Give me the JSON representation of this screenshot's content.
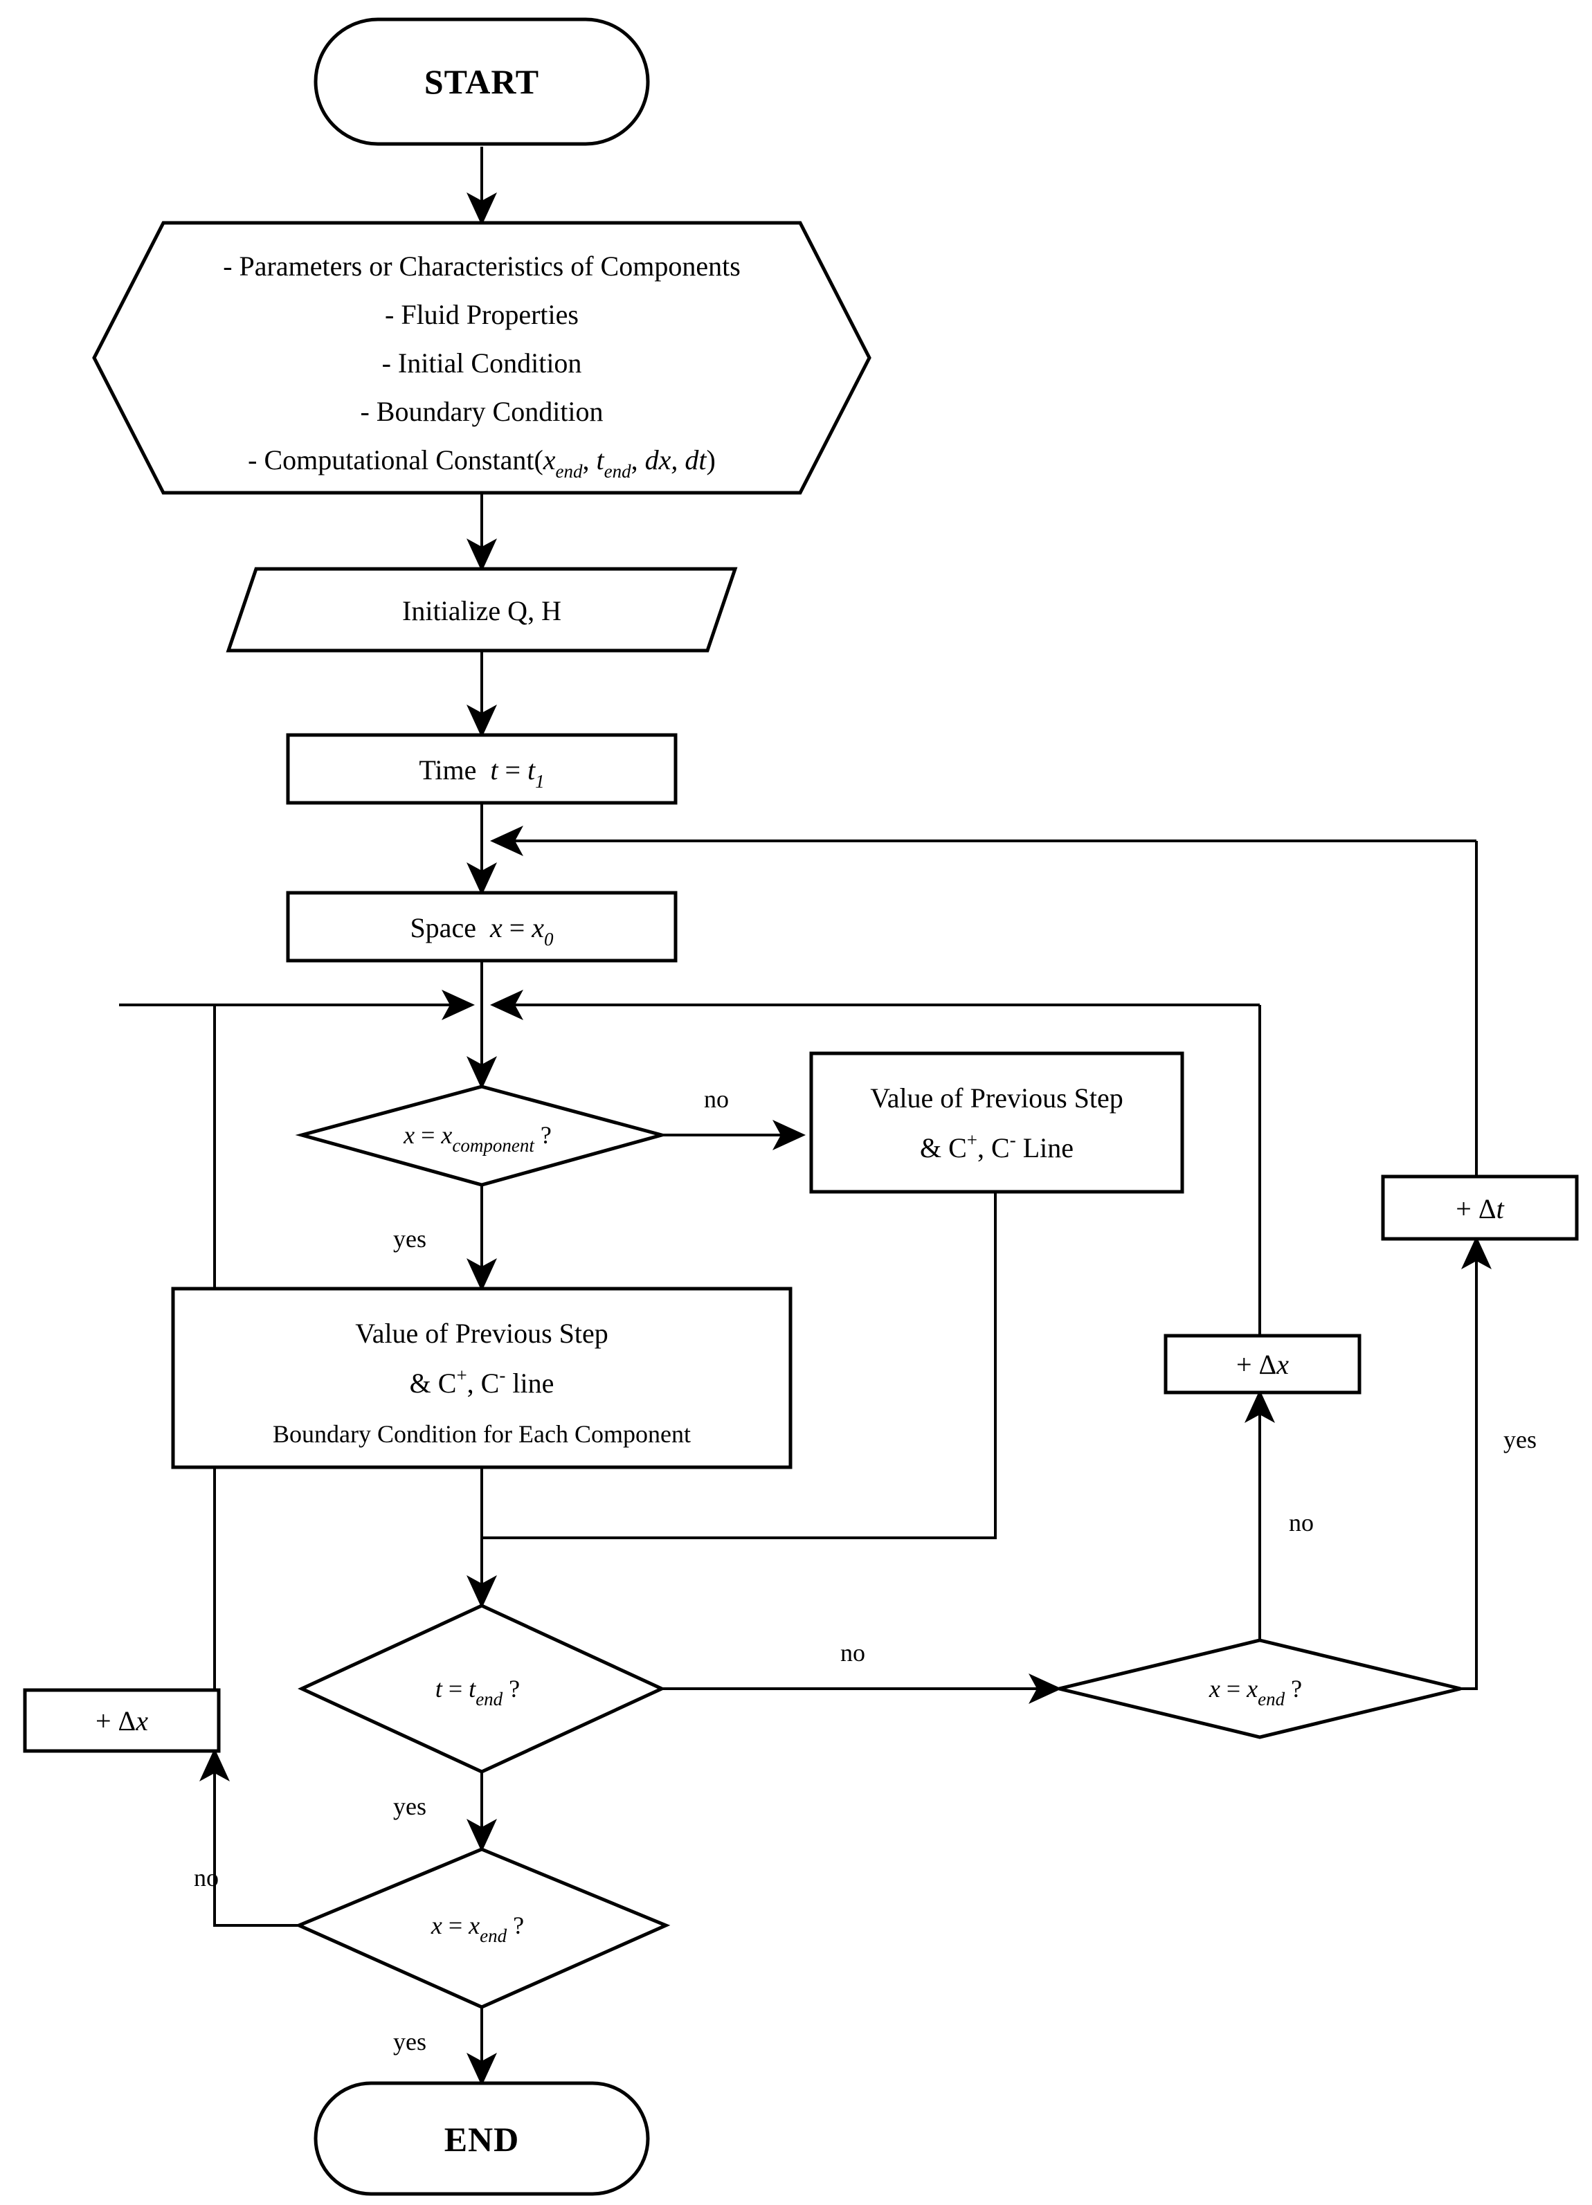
{
  "diagram": {
    "type": "flowchart",
    "title": "Numerical simulation flowchart (method of characteristics)"
  },
  "nodes": {
    "start": {
      "label": "START",
      "shape": "terminal"
    },
    "inputs": {
      "shape": "hexagon",
      "lines": [
        "- Parameters or Characteristics of Components",
        "- Fluid Properties",
        "- Initial Condition",
        "- Boundary Condition"
      ],
      "last_line": {
        "prefix": "- Computational Constant(",
        "v1": "x",
        "v1sub": "end",
        "sep1": ", ",
        "v2": "t",
        "v2sub": "end",
        "sep2": ", ",
        "v3": "dx, dt",
        "suffix": ")"
      }
    },
    "initialize": {
      "label": "Initialize Q, H",
      "shape": "parallelogram"
    },
    "time_init": {
      "prefix": "Time",
      "var": "t",
      "eq": "=",
      "val": "t",
      "valsub": "1",
      "shape": "process"
    },
    "space_init": {
      "prefix": "Space",
      "var": "x",
      "eq": "=",
      "val": "x",
      "valsub": "0",
      "shape": "process"
    },
    "dec_component": {
      "var": "x",
      "eq": "=",
      "val": "x",
      "valsub": "component",
      "q": "?",
      "shape": "decision"
    },
    "prev_step_right": {
      "shape": "process",
      "line1": "Value of Previous Step",
      "line2_a": "& C",
      "line2_sup1": "+",
      "line2_b": ", C",
      "line2_sup2": "-",
      "line2_c": " Line"
    },
    "prev_step_main": {
      "shape": "process",
      "line1": "Value of Previous Step",
      "line2_a": "& C",
      "line2_sup1": "+",
      "line2_b": ", C",
      "line2_sup2": "-",
      "line2_c": " line",
      "line3": "Boundary Condition for Each Component"
    },
    "dec_tend": {
      "var": "t",
      "eq": "=",
      "val": "t",
      "valsub": "end",
      "q": "?",
      "shape": "decision"
    },
    "dec_xend_mid": {
      "var": "x",
      "eq": "=",
      "val": "x",
      "valsub": "end",
      "q": "?",
      "shape": "decision"
    },
    "dec_xend_bottom": {
      "var": "x",
      "eq": "=",
      "val": "x",
      "valsub": "end",
      "q": "?",
      "shape": "decision"
    },
    "step_dx_mid": {
      "plus": "+",
      "delta": "Δ",
      "var": "x",
      "shape": "process"
    },
    "step_dx_left": {
      "plus": "+",
      "delta": "Δ",
      "var": "x",
      "shape": "process"
    },
    "step_dt": {
      "plus": "+",
      "delta": "Δ",
      "var": "t",
      "shape": "process"
    },
    "end": {
      "label": "END",
      "shape": "terminal"
    }
  },
  "edge_labels": {
    "component_no": "no",
    "component_yes": "yes",
    "tend_no": "no",
    "tend_yes": "yes",
    "xend_mid_no": "no",
    "xend_mid_yes": "yes",
    "xend_bottom_no": "no",
    "xend_bottom_yes": "yes"
  },
  "colors": {
    "stroke": "#000000",
    "fill": "#ffffff",
    "text": "#000000"
  }
}
